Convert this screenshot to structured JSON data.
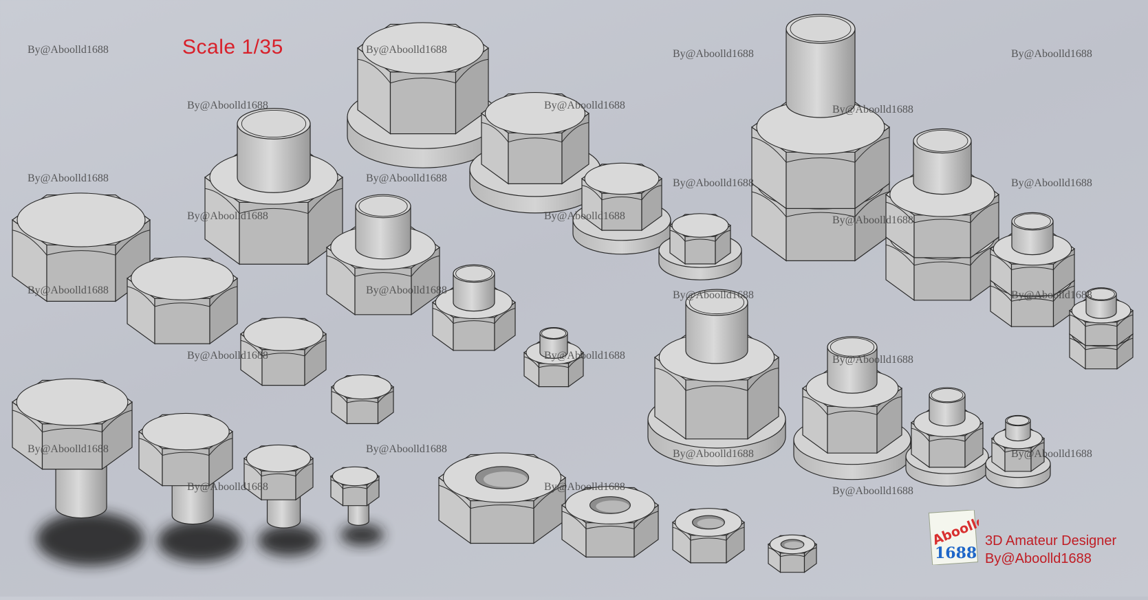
{
  "title": "Scale  1/35",
  "watermark": "By@Aboolld1688",
  "credit": {
    "line1": "3D Amateur Designer",
    "line2": "By@Aboolld1688"
  },
  "logo": {
    "word": "Aboolld",
    "number": "1688"
  },
  "colors": {
    "background": "#c4c7cf",
    "metal_light": "#dcdcdc",
    "metal_mid": "#c2c2c2",
    "metal_dark": "#9e9e9e",
    "edge": "#2a2a2a",
    "title_red": "#d8202a"
  }
}
